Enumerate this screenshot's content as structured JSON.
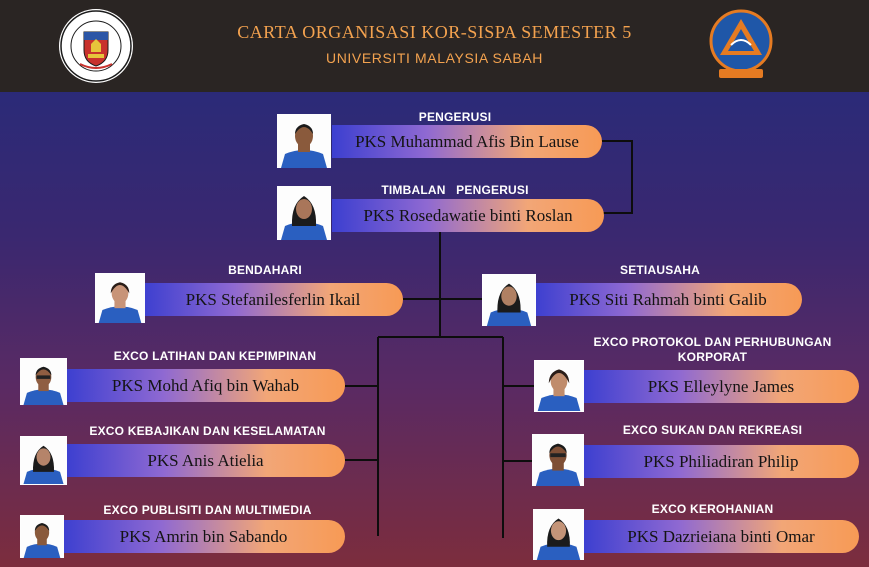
{
  "header": {
    "title": "CARTA ORGANISASI KOR-SISPA SEMESTER 5",
    "subtitle": "UNIVERSITI MALAYSIA SABAH",
    "left_logo": {
      "text_top": "UNIVERSITI MALAYSIA",
      "text_bottom": "SABAH"
    },
    "colors": {
      "title": "#f3a24f",
      "bg": "#2a2523"
    }
  },
  "members": [
    {
      "role": "PENGERUSI",
      "name": "PKS Muhammad Afis Bin Lause",
      "gender": "m"
    },
    {
      "role": "TIMBALAN   PENGERUSI",
      "name": "PKS Rosedawatie binti Roslan",
      "gender": "f"
    },
    {
      "role": "BENDAHARI",
      "name": "PKS Stefanilesferlin Ikail",
      "gender": "f2"
    },
    {
      "role": "SETIAUSAHA",
      "name": "PKS Siti Rahmah binti Galib",
      "gender": "f"
    },
    {
      "role": "EXCO LATIHAN DAN KEPIMPINAN",
      "name": "PKS Mohd Afiq bin Wahab",
      "gender": "m"
    },
    {
      "role": "EXCO PROTOKOL DAN PERHUBUNGAN KORPORAT",
      "name": "PKS Elleylyne James",
      "gender": "f2"
    },
    {
      "role": "EXCO KEBAJIKAN DAN KESELAMATAN",
      "name": "PKS Anis Atielia",
      "gender": "f"
    },
    {
      "role": "EXCO SUKAN DAN REKREASI",
      "name": "PKS Philiadiran Philip",
      "gender": "m"
    },
    {
      "role": "EXCO PUBLISITI DAN MULTIMEDIA",
      "name": "PKS Amrin bin Sabando",
      "gender": "m"
    },
    {
      "role": "EXCO KEROHANIAN",
      "name": "PKS Dazrieiana binti Omar",
      "gender": "f"
    }
  ]
}
